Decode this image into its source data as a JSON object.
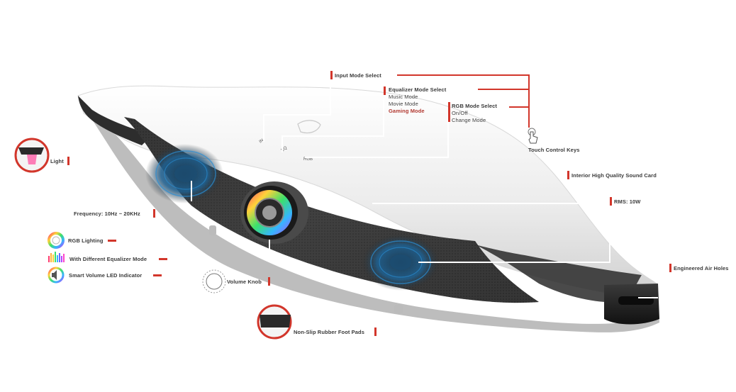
{
  "labels": {
    "input_mode_select": "Input Mode Select",
    "equalizer_mode_select": "Equalizer Mode Select",
    "music_mode": "Music Mode",
    "movie_mode": "Movie Mode",
    "gaming_mode": "Gaming Mode",
    "rgb_mode_select": "RGB Mode Select",
    "on_off": "On/Off",
    "change_mode": "Change Mode",
    "touch_control_keys": "Touch Control Keys",
    "interior_sound_card": "Interior High Quality Sound Card",
    "rms": "RMS: 10W",
    "engineered_air_holes": "Engineered Air Holes",
    "light": "Light",
    "frequency": "Frequency: 10Hz ~ 20KHz",
    "rgb_lighting": "RGB Lighting",
    "with_different_eq_mode": "With Different Equalizer Mode",
    "smart_volume_led": "Smart Volume LED Indicator",
    "volume_knob": "Volume Knob",
    "non_slip_feet": "Non-Slip Rubber Foot Pads"
  },
  "device_markings": {
    "key_1": "IN",
    "key_2": "EQ",
    "key_3": "RGB"
  },
  "colors": {
    "accent_red": "#d2362b",
    "callout_line": "#ffffff",
    "body_white": "#f2f2f2",
    "grille": "#3c3c3c",
    "driver_blue": "#2a8fd6"
  },
  "icons": [
    "touch-hand-icon",
    "rgb-ring-icon",
    "equalizer-bars-icon",
    "volume-led-icon",
    "volume-knob-icon"
  ]
}
